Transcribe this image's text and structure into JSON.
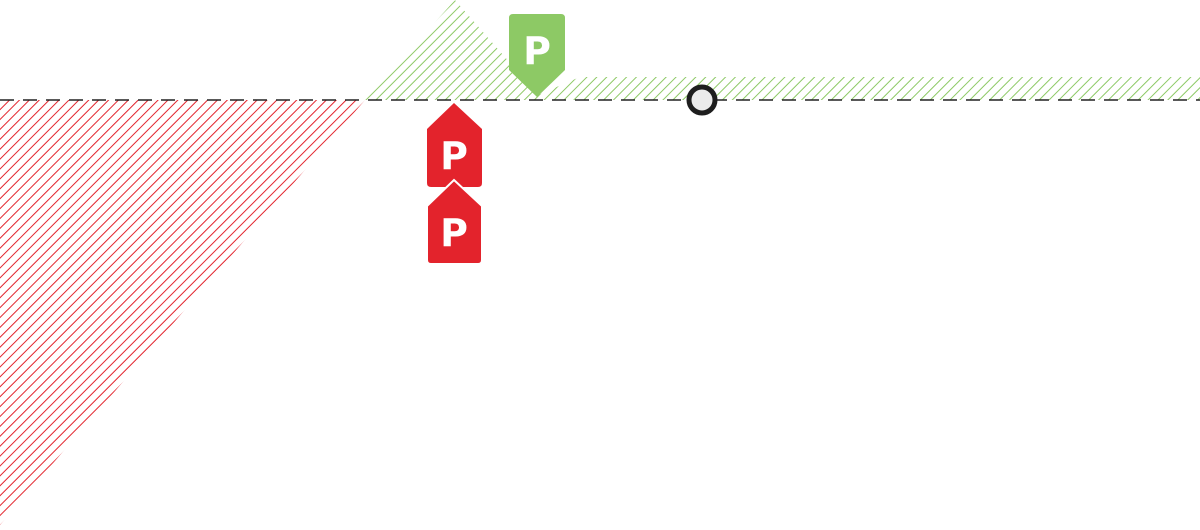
{
  "colors": {
    "background": "#ffffff",
    "loss_hatch": "#e3232c",
    "profit_hatch": "#8dc965",
    "breakeven_line": "#222222",
    "point_fill": "#ebebeb",
    "point_stroke": "#1e1e1e",
    "marker_red": "#e3232c",
    "marker_green": "#8dc965",
    "marker_text": "#ffffff"
  },
  "markers": {
    "long_put_upper": {
      "letter": "P",
      "direction": "up",
      "color_key": "marker_red",
      "icon": "put-buy-marker"
    },
    "long_put_lower": {
      "letter": "P",
      "direction": "up",
      "color_key": "marker_red",
      "icon": "put-buy-marker"
    },
    "short_put": {
      "letter": "P",
      "direction": "down",
      "color_key": "marker_green",
      "icon": "put-sell-marker"
    }
  },
  "breakeven_point": {
    "icon": "circle-point-icon"
  }
}
